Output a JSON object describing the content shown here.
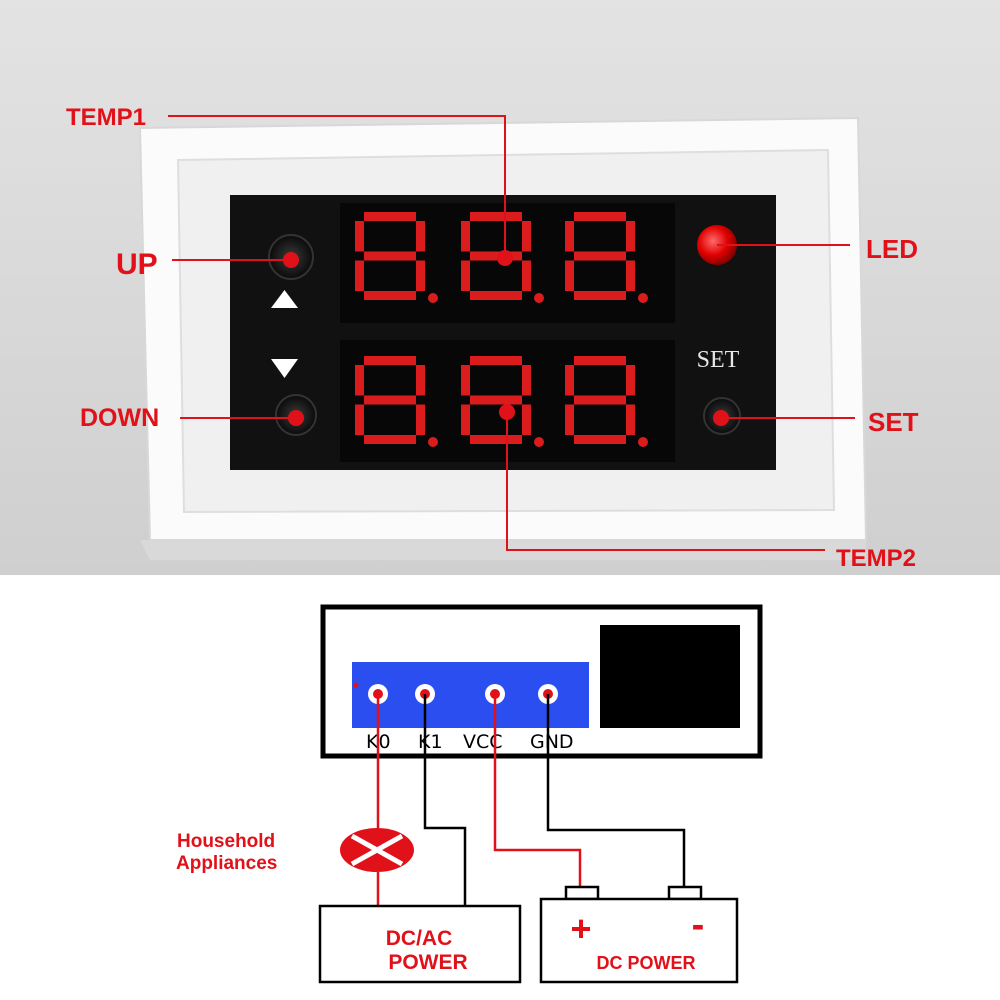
{
  "module": {
    "callouts": {
      "temp1": "TEMP1",
      "up": "UP",
      "down": "DOWN",
      "led": "LED",
      "set": "SET",
      "temp2": "TEMP2"
    },
    "panel_set_label": "SET",
    "colors": {
      "accent": "#e1111a",
      "segment_on": "#ff2020",
      "segment_off": "#2a0606",
      "panel": "#111111",
      "frame": "#f6f6f6"
    }
  },
  "wiring": {
    "terminals": [
      "K0",
      "K1",
      "VCC",
      "GND"
    ],
    "appliance_label_line1": "Household",
    "appliance_label_line2": "Appliances",
    "dcac_line1": "DC/AC",
    "dcac_line2": "POWER",
    "dc_plus": "+",
    "dc_minus": "-",
    "dc_label": "DC POWER",
    "colors": {
      "terminal_block": "#2b4ef0",
      "wire_red": "#e1111a",
      "wire_black": "#000000"
    }
  }
}
